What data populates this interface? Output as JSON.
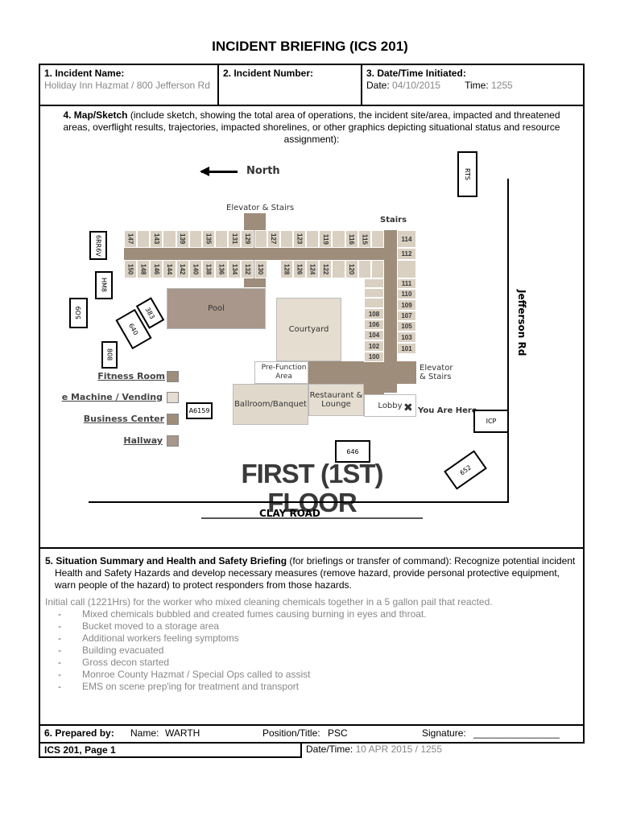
{
  "title": "INCIDENT BRIEFING (ICS 201)",
  "incident_name": {
    "label": "1. Incident Name:",
    "value": "Holiday Inn Hazmat / 800 Jefferson Rd"
  },
  "incident_number": {
    "label": "2. Incident Number:"
  },
  "date_time": {
    "label": "3. Date/Time Initiated:",
    "date_label": "Date:",
    "date": "04/10/2015",
    "time_label": "Time:",
    "time": "1255"
  },
  "map": {
    "label": "4. Map/Sketch",
    "instructions": "(include sketch, showing the total area of operations, the incident site/area, impacted and threatened areas, overflight results, trajectories, impacted shorelines, or other graphics depicting situational status and resource assignment):",
    "north": "North",
    "elevator_stairs": "Elevator & Stairs",
    "stairs": "Stairs",
    "elevator_stairs_2": "Elevator & Stairs",
    "pool": "Pool",
    "courtyard": "Courtyard",
    "pre_function": "Pre-Function Area",
    "ballroom": "Ballroom/Banquet",
    "restaurant": "Restaurant & Lounge",
    "lobby": "Lobby",
    "you_are_here": "You Are Here",
    "floor_title": "FIRST (1ST) FLOOR",
    "clay_road": "CLAY ROAD",
    "jefferson_rd": "Jefferson Rd",
    "top_rooms": [
      "147",
      "",
      "143",
      "",
      "139",
      "",
      "135",
      "",
      "131",
      "129",
      "",
      "127",
      "",
      "123",
      "",
      "119",
      "",
      "116",
      "115",
      ""
    ],
    "bottom_rooms": [
      "150",
      "148",
      "146",
      "144",
      "142",
      "140",
      "138",
      "136",
      "134",
      "132",
      "130",
      "",
      "128",
      "126",
      "124",
      "122",
      "",
      "120",
      "",
      ""
    ],
    "right_rooms": [
      "114",
      "112",
      "111",
      "110",
      "109",
      "107",
      "105",
      "103",
      "101"
    ],
    "inner_rooms": [
      "108",
      "106",
      "104",
      "102",
      "100"
    ],
    "legend": [
      "Fitness Room",
      "e Machine / Vending",
      "Business Center",
      "Hallway"
    ],
    "units": [
      "RTS",
      "6RR6V",
      "HM8",
      "5O9",
      "383",
      "640",
      "808",
      "A6159",
      "ICP",
      "646",
      "652"
    ],
    "colors": {
      "room": "#d9d0c2",
      "hallway": "#9e8d7b"
    }
  },
  "summary": {
    "label": "5. Situation Summary and Health and Safety Briefing",
    "label_rest": "(for briefings or transfer of command):",
    "text": "Recognize potential incident Health and Safety Hazards and develop necessary measures (remove hazard, provide personal protective equipment, warn people of the hazard) to protect responders from those hazards.",
    "intro": "Initial call (1221Hrs) for the worker who mixed cleaning chemicals together in a 5 gallon pail that reacted.",
    "items": [
      "Mixed chemicals bubbled and created fumes causing burning in eyes and throat.",
      "Bucket moved to a storage area",
      "Additional workers feeling symptoms",
      "Building evacuated",
      "Gross decon started",
      "Monroe County Hazmat / Special Ops called to assist",
      "EMS on scene prep'ing for treatment and transport"
    ]
  },
  "prepared": {
    "label": "6. Prepared by:",
    "name_label": "Name:",
    "name": "WARTH",
    "position_label": "Position/Title:",
    "position": "PSC",
    "signature_label": "Signature:",
    "signature": "________________"
  },
  "footer": {
    "page": "ICS 201, Page 1",
    "datetime_label": "Date/Time:",
    "datetime": "10 APR 2015 / 1255"
  }
}
